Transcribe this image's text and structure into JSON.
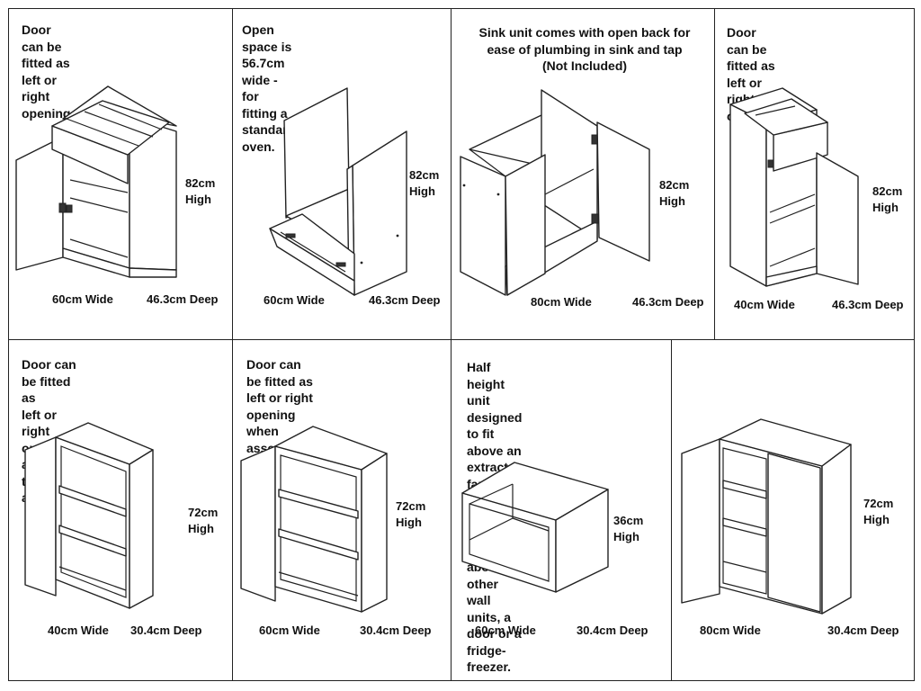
{
  "panels": [
    {
      "description": "Door can be fitted as\nleft or right opening",
      "width": "60cm Wide",
      "depth": "46.3cm Deep",
      "height_value": "82cm",
      "height_word": "High"
    },
    {
      "description": "Open space is\n56.7cm wide -\nfor fitting a\nstandard oven.",
      "width": "60cm Wide",
      "depth": "46.3cm Deep",
      "height_value": "82cm",
      "height_word": "High"
    },
    {
      "description": "Sink unit comes with open back for\nease of plumbing in sink and tap\n(Not Included)",
      "width": "80cm Wide",
      "depth": "46.3cm Deep",
      "height_value": "82cm",
      "height_word": "High"
    },
    {
      "description": "Door can be fitted as\nleft or right opening",
      "width": "40cm Wide",
      "depth": "46.3cm Deep",
      "height_value": "82cm",
      "height_word": "High"
    },
    {
      "description": "Door can be fitted as\nleft or right opening at\ntime of assembly",
      "width": "40cm Wide",
      "depth": "30.4cm Deep",
      "height_value": "72cm",
      "height_word": "High"
    },
    {
      "description": "Door can be fitted as\nleft or right opening\nwhen assembling",
      "width": "60cm Wide",
      "depth": "30.4cm Deep",
      "height_value": "72cm",
      "height_word": "High"
    },
    {
      "description": "Half height unit designed to fit\nabove an extractor fan or to be used\nas additional storage above other\nwall units, a door or a fridge-freezer.",
      "width": "60cm Wide",
      "depth": "30.4cm Deep",
      "height_value": "36cm",
      "height_word": "High"
    },
    {
      "description": "",
      "width": "80cm Wide",
      "depth": "30.4cm Deep",
      "height_value": "72cm",
      "height_word": "High"
    }
  ],
  "colors": {
    "line": "#222222",
    "background": "#ffffff"
  }
}
